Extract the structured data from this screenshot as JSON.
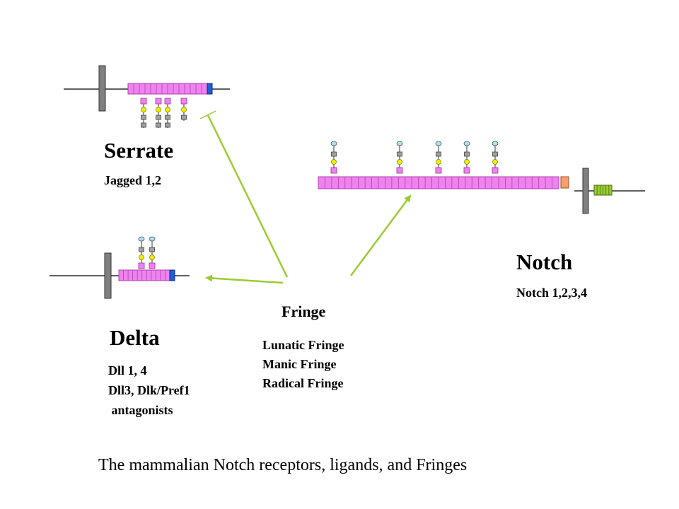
{
  "serrate": {
    "name": "Serrate",
    "members": "Jagged 1,2"
  },
  "delta": {
    "name": "Delta",
    "members": [
      "Dll 1, 4",
      "Dll3, Dlk/Pref1",
      " antagonists"
    ]
  },
  "notch": {
    "name": "Notch",
    "members": "Notch 1,2,3,4"
  },
  "fringe": {
    "name": "Fringe",
    "members": [
      "Lunatic Fringe",
      "Manic Fringe",
      "Radical Fringe"
    ]
  },
  "caption": "The mammalian Notch receptors, ligands, and Fringes",
  "colors": {
    "egf_repeat": "#ee82ee",
    "domain_box": "#1f5fd6",
    "notch_box": "#f4a070",
    "ankyrin": "#99cc33",
    "membrane": "#808080",
    "arrow": "#99cc33",
    "sugar_fucose": "#ee82ee",
    "sugar_grey": "#a0a0a0",
    "sugar_yellow": "#f0f000",
    "sugar_cyan": "#b0e0e8"
  }
}
